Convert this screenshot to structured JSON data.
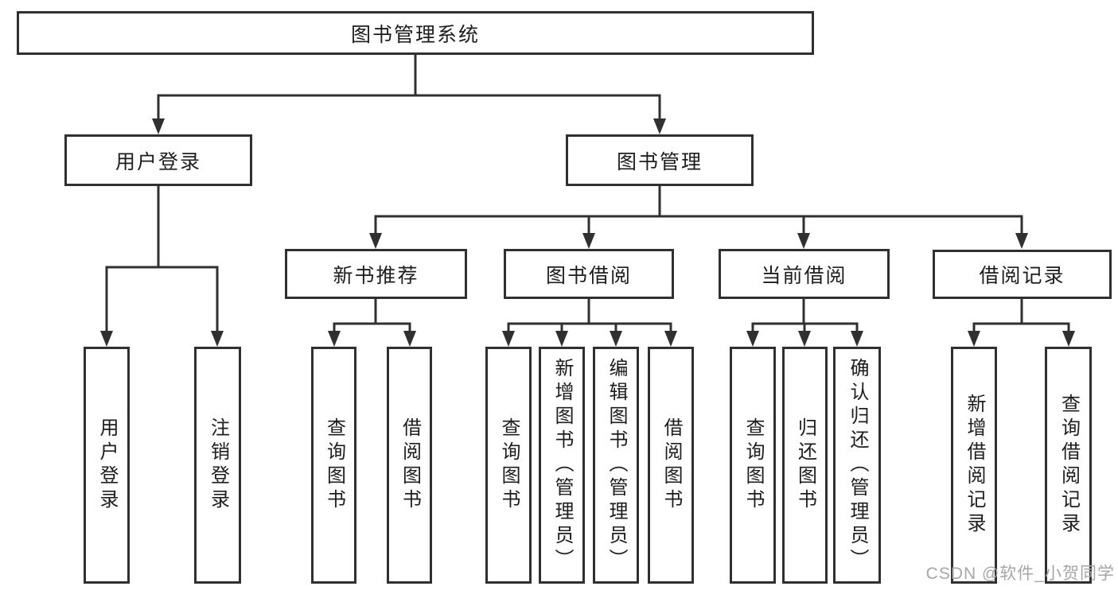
{
  "nodes": {
    "root": {
      "label": "图书管理系统"
    },
    "user_login": {
      "label": "用户登录"
    },
    "book_mgmt": {
      "label": "图书管理"
    },
    "new_book_rec": {
      "label": "新书推荐"
    },
    "book_borrow": {
      "label": "图书借阅"
    },
    "current_borrow": {
      "label": "当前借阅"
    },
    "borrow_records": {
      "label": "借阅记录"
    },
    "leaf_user_login": {
      "label": "用户登录"
    },
    "leaf_logout": {
      "label": "注销登录"
    },
    "leaf_nb_query": {
      "label": "查询图书"
    },
    "leaf_nb_borrow": {
      "label": "借阅图书"
    },
    "leaf_bb_query": {
      "label": "查询图书"
    },
    "leaf_bb_add": {
      "label": "新增图书（管理员）"
    },
    "leaf_bb_edit": {
      "label": "编辑图书（管理员）"
    },
    "leaf_bb_borrow": {
      "label": "借阅图书"
    },
    "leaf_cb_query": {
      "label": "查询图书"
    },
    "leaf_cb_return": {
      "label": "归还图书"
    },
    "leaf_cb_confirm": {
      "label": "确认归还（管理员）"
    },
    "leaf_br_add": {
      "label": "新增借阅记录"
    },
    "leaf_br_query": {
      "label": "查询借阅记录"
    }
  },
  "watermark": {
    "text": "CSDN @软件_小贺同学"
  },
  "colors": {
    "line": "#303030",
    "box_fill": "#ffffff",
    "text": "#1d1d1d",
    "watermark": "#a6a6a6",
    "background": "#ffffff"
  }
}
